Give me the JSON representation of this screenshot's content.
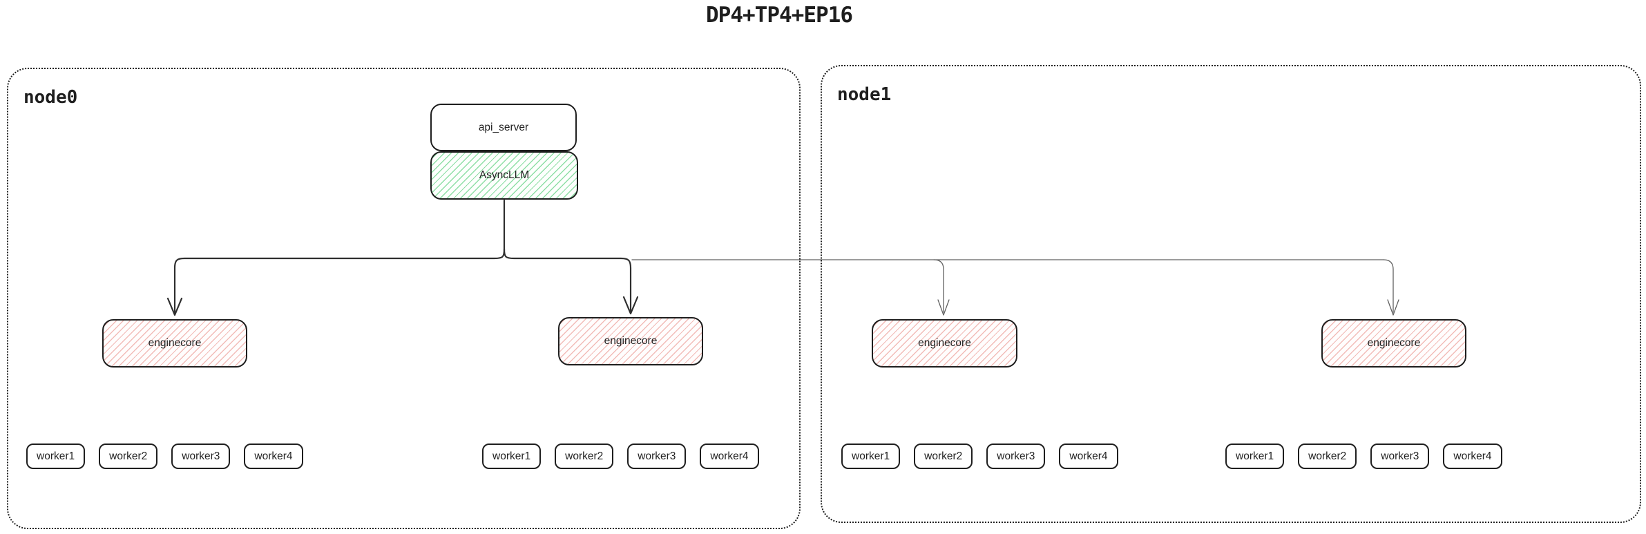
{
  "title": "DP4+TP4+EP16",
  "colors": {
    "background": "#ffffff",
    "ink": "#1e1e1e",
    "box_border": "#1e1e1e",
    "arrow_thick": "#2e2e2e",
    "arrow_thin": "#606060",
    "hatch_green": "#8fdfa6",
    "hatch_red": "#f2bcb8"
  },
  "nodes": [
    {
      "label": "node0",
      "api_server_label": "api_server",
      "asyncllm_label": "AsyncLLM",
      "enginecores": [
        {
          "label": "enginecore",
          "workers": [
            "worker1",
            "worker2",
            "worker3",
            "worker4"
          ]
        },
        {
          "label": "enginecore",
          "workers": [
            "worker1",
            "worker2",
            "worker3",
            "worker4"
          ]
        }
      ]
    },
    {
      "label": "node1",
      "enginecores": [
        {
          "label": "enginecore",
          "workers": [
            "worker1",
            "worker2",
            "worker3",
            "worker4"
          ]
        },
        {
          "label": "enginecore",
          "workers": [
            "worker1",
            "worker2",
            "worker3",
            "worker4"
          ]
        }
      ]
    }
  ]
}
